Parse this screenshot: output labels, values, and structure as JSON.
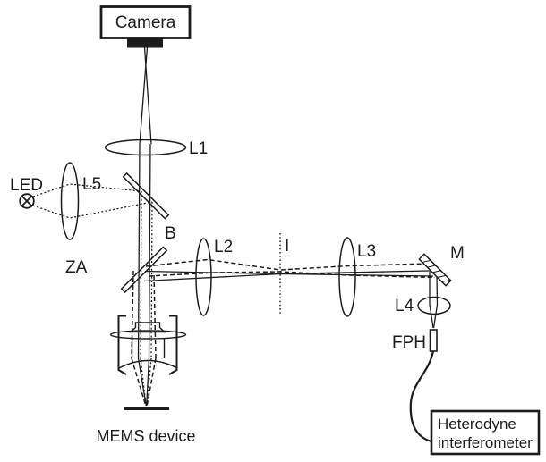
{
  "diagram": {
    "type": "optical-setup-schematic",
    "labels": {
      "camera": "Camera",
      "l1": "L1",
      "led": "LED",
      "l5": "L5",
      "b": "B",
      "za": "ZA",
      "l2": "L2",
      "i": "I",
      "l3": "L3",
      "m": "M",
      "l4": "L4",
      "fph": "FPH",
      "mems": "MEMS device",
      "heterodyne_line1": "Heterodyne",
      "heterodyne_line2": "interferometer"
    },
    "colors": {
      "ink": "#1c1c1c",
      "background": "#ffffff"
    },
    "line_styles": {
      "solid": "imaging beam path",
      "dashed": "interferometer measurement beam",
      "dotted": "LED illumination beam"
    }
  }
}
